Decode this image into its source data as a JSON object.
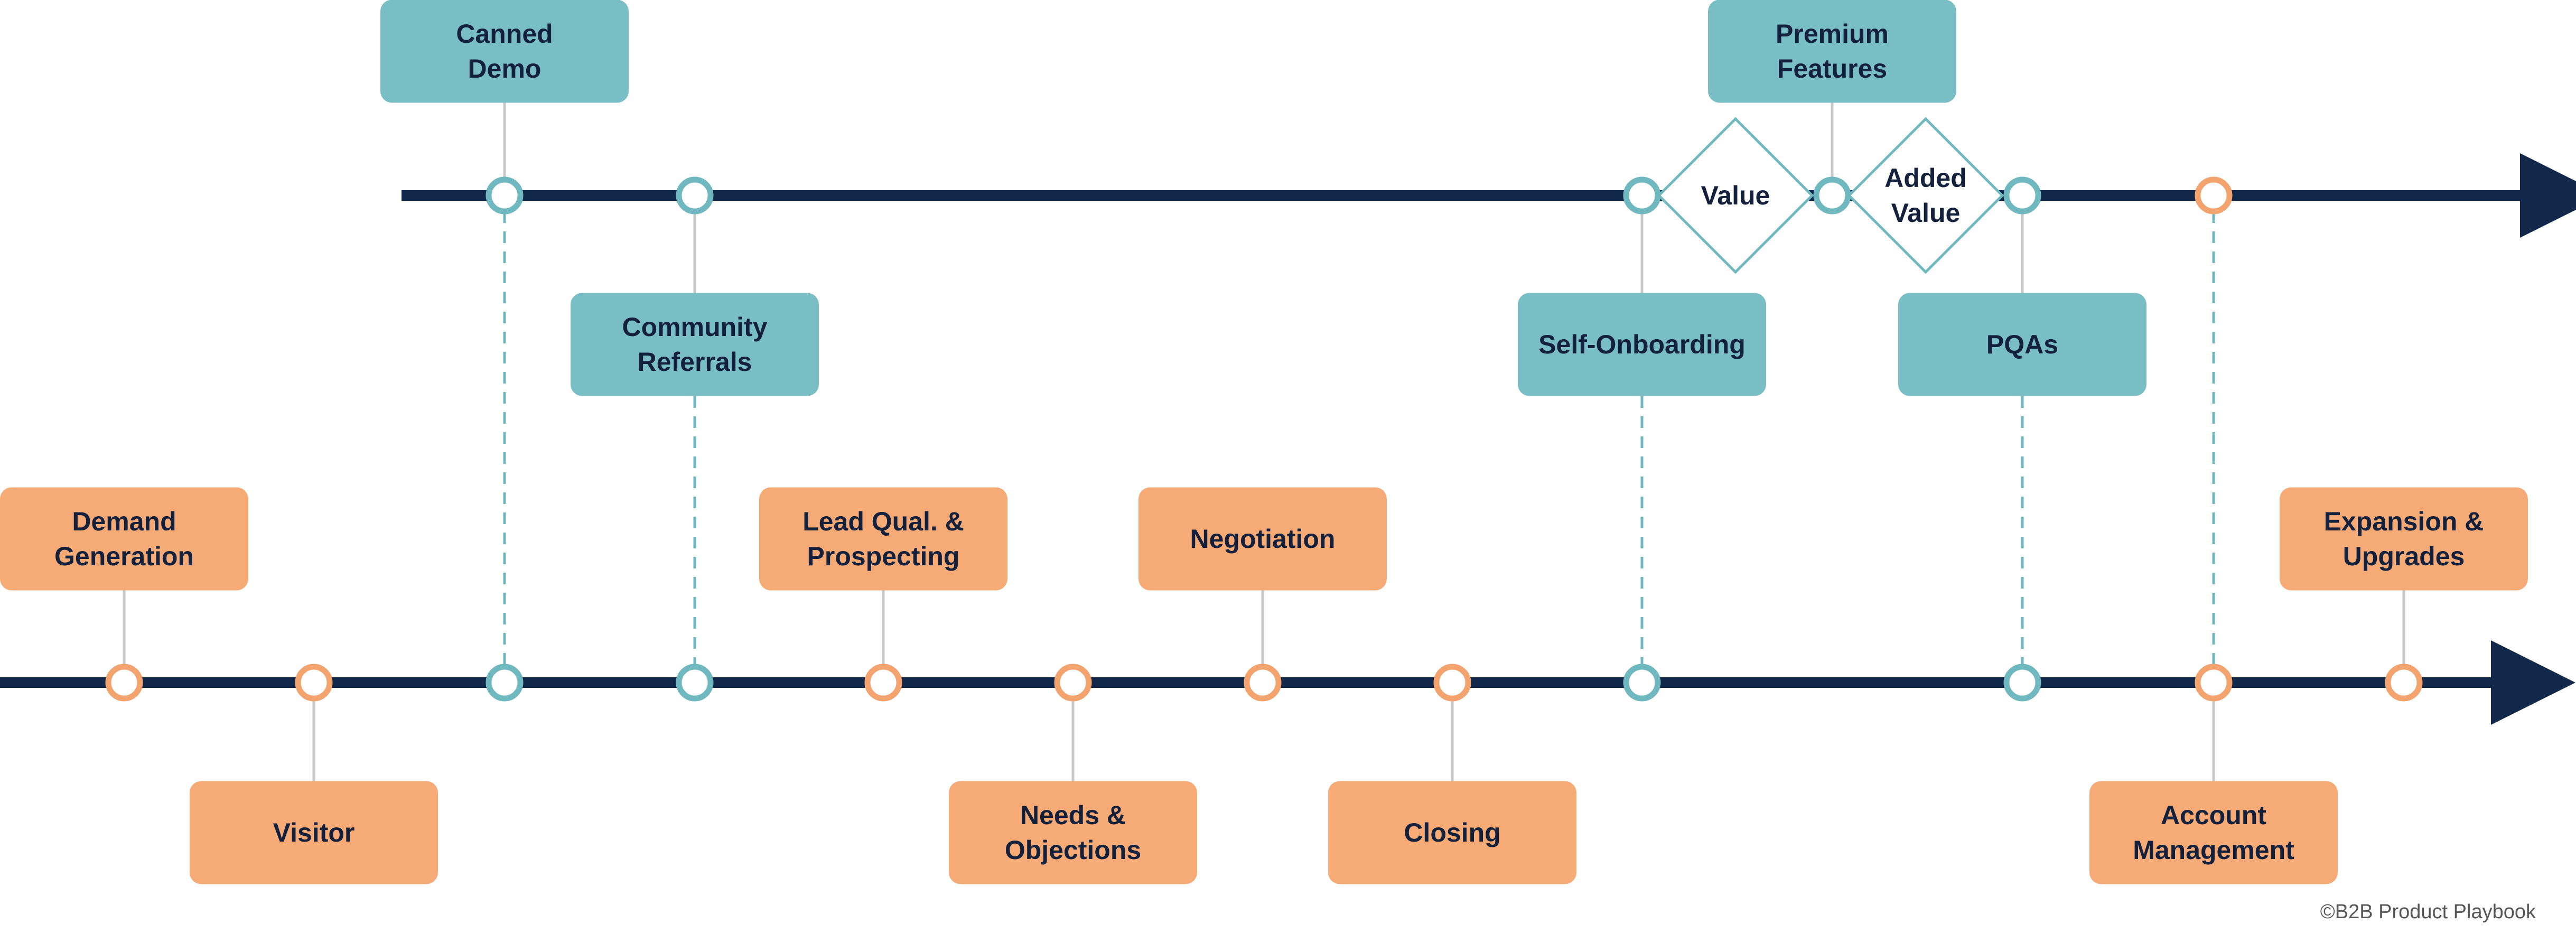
{
  "colors": {
    "track": "#13294b",
    "teal_box": "#79bec4",
    "teal_ring": "#6fb8bf",
    "orange_box": "#f6aa75",
    "orange_ring": "#f3a36e",
    "connector": "#c8c8c8",
    "text": "#14213d"
  },
  "copyright": "©B2B Product Playbook",
  "product_led": {
    "boxes": [
      {
        "id": "canned-demo",
        "lines": [
          "Canned",
          "Demo"
        ]
      },
      {
        "id": "community-referrals",
        "lines": [
          "Community",
          "Referrals"
        ]
      },
      {
        "id": "self-onboarding",
        "lines": [
          "Self-Onboarding"
        ]
      },
      {
        "id": "premium-features",
        "lines": [
          "Premium",
          "Features"
        ]
      },
      {
        "id": "pqas",
        "lines": [
          "PQAs"
        ]
      }
    ],
    "diamonds": [
      {
        "id": "value",
        "lines": [
          "Value"
        ]
      },
      {
        "id": "added-value",
        "lines": [
          "Added",
          "Value"
        ]
      }
    ]
  },
  "sales_led": {
    "boxes": [
      {
        "id": "demand-generation",
        "lines": [
          "Demand",
          "Generation"
        ]
      },
      {
        "id": "visitor",
        "lines": [
          "Visitor"
        ]
      },
      {
        "id": "lead-qual-prospecting",
        "lines": [
          "Lead Qual. &",
          "Prospecting"
        ]
      },
      {
        "id": "needs-objections",
        "lines": [
          "Needs &",
          "Objections"
        ]
      },
      {
        "id": "negotiation",
        "lines": [
          "Negotiation"
        ]
      },
      {
        "id": "closing",
        "lines": [
          "Closing"
        ]
      },
      {
        "id": "account-management",
        "lines": [
          "Account",
          "Management"
        ]
      },
      {
        "id": "expansion-upgrades",
        "lines": [
          "Expansion &",
          "Upgrades"
        ]
      }
    ]
  }
}
